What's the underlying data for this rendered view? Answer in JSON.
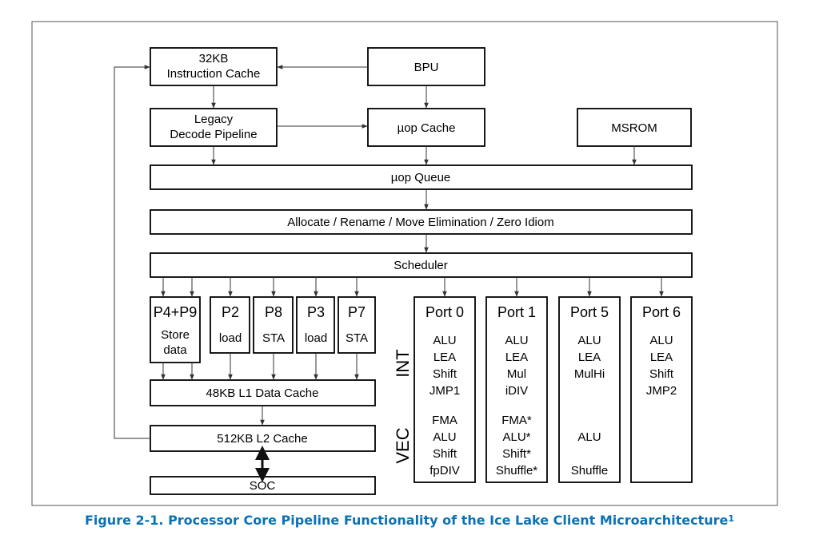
{
  "diagram": {
    "boxes": {
      "icache": [
        "32KB",
        "Instruction Cache"
      ],
      "bpu": "BPU",
      "legacy_decode": [
        "Legacy",
        "Decode Pipeline"
      ],
      "uop_cache": "µop Cache",
      "msrom": "MSROM",
      "uop_queue": "µop Queue",
      "allocate": "Allocate / Rename / Move Elimination / Zero Idiom",
      "scheduler": "Scheduler",
      "l1_data_cache": "48KB L1 Data Cache",
      "l2_cache": "512KB L2 Cache",
      "soc": "SOC"
    },
    "memory_ports": [
      {
        "name": "P4+P9",
        "lines": [
          "Store",
          "data"
        ]
      },
      {
        "name": "P2",
        "lines": [
          "load"
        ]
      },
      {
        "name": "P8",
        "lines": [
          "STA"
        ]
      },
      {
        "name": "P3",
        "lines": [
          "load"
        ]
      },
      {
        "name": "P7",
        "lines": [
          "STA"
        ]
      }
    ],
    "exec_ports": [
      {
        "name": "Port 0",
        "int": [
          "ALU",
          "LEA",
          "Shift",
          "JMP1"
        ],
        "vec": [
          "FMA",
          "ALU",
          "Shift",
          "fpDIV"
        ]
      },
      {
        "name": "Port 1",
        "int": [
          "ALU",
          "LEA",
          "Mul",
          "iDIV"
        ],
        "vec": [
          "FMA*",
          "ALU*",
          "Shift*",
          "Shuffle*"
        ]
      },
      {
        "name": "Port 5",
        "int": [
          "ALU",
          "LEA",
          "MulHi",
          ""
        ],
        "vec": [
          "",
          "ALU",
          "",
          "Shuffle"
        ]
      },
      {
        "name": "Port 6",
        "int": [
          "ALU",
          "LEA",
          "Shift",
          "JMP2"
        ],
        "vec": [
          "",
          "",
          "",
          ""
        ]
      }
    ],
    "side_labels": {
      "int": "INT",
      "vec": "VEC"
    }
  },
  "caption": {
    "text": "Figure 2-1.  Processor Core Pipeline Functionality of the Ice Lake Client Microarchitecture",
    "superscript": "1",
    "color": "#0b72b5"
  }
}
